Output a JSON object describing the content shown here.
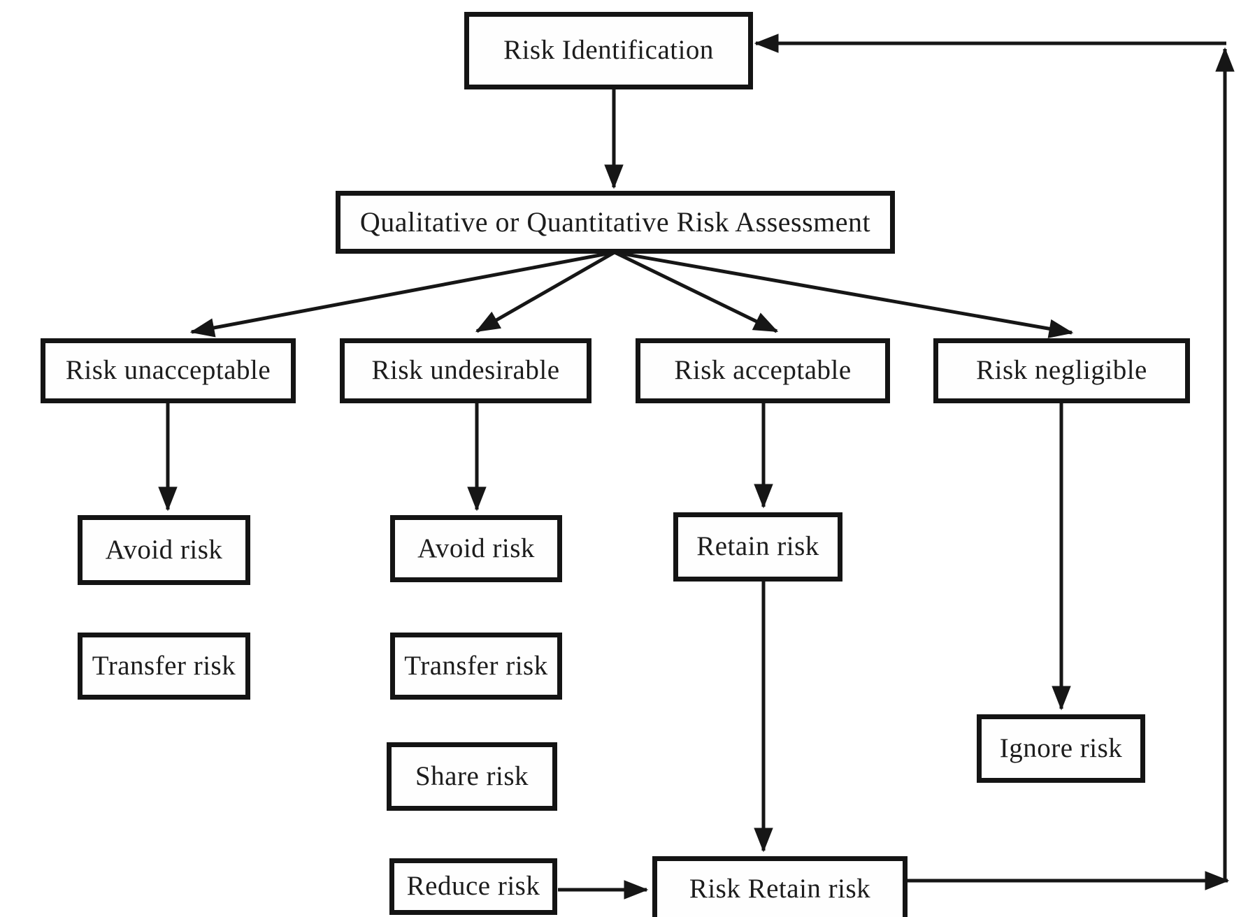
{
  "nodes": {
    "risk_identification": {
      "label": "Risk Identification"
    },
    "assessment": {
      "label": "Qualitative or Quantitative Risk Assessment"
    },
    "risk_unacceptable": {
      "label": "Risk unacceptable"
    },
    "risk_undesirable": {
      "label": "Risk undesirable"
    },
    "risk_acceptable": {
      "label": "Risk acceptable"
    },
    "risk_negligible": {
      "label": "Risk negligible"
    },
    "avoid_risk_1": {
      "label": "Avoid risk"
    },
    "transfer_risk_1": {
      "label": "Transfer risk"
    },
    "avoid_risk_2": {
      "label": "Avoid risk"
    },
    "transfer_risk_2": {
      "label": "Transfer risk"
    },
    "share_risk": {
      "label": "Share risk"
    },
    "reduce_risk": {
      "label": "Reduce risk"
    },
    "retain_risk": {
      "label": "Retain risk"
    },
    "ignore_risk": {
      "label": "Ignore risk"
    },
    "risk_retain_risk": {
      "label": "Risk Retain risk"
    }
  },
  "edges": [
    {
      "from": "risk_identification",
      "to": "assessment"
    },
    {
      "from": "assessment",
      "to": "risk_unacceptable"
    },
    {
      "from": "assessment",
      "to": "risk_undesirable"
    },
    {
      "from": "assessment",
      "to": "risk_acceptable"
    },
    {
      "from": "assessment",
      "to": "risk_negligible"
    },
    {
      "from": "risk_unacceptable",
      "to": "avoid_risk_1"
    },
    {
      "from": "risk_undesirable",
      "to": "avoid_risk_2"
    },
    {
      "from": "risk_acceptable",
      "to": "retain_risk"
    },
    {
      "from": "risk_negligible",
      "to": "ignore_risk"
    },
    {
      "from": "retain_risk",
      "to": "risk_retain_risk"
    },
    {
      "from": "reduce_risk",
      "to": "risk_retain_risk"
    },
    {
      "from": "risk_retain_risk",
      "to": "risk_identification"
    }
  ],
  "colors": {
    "ink": "#161616",
    "background": "#ffffff"
  }
}
